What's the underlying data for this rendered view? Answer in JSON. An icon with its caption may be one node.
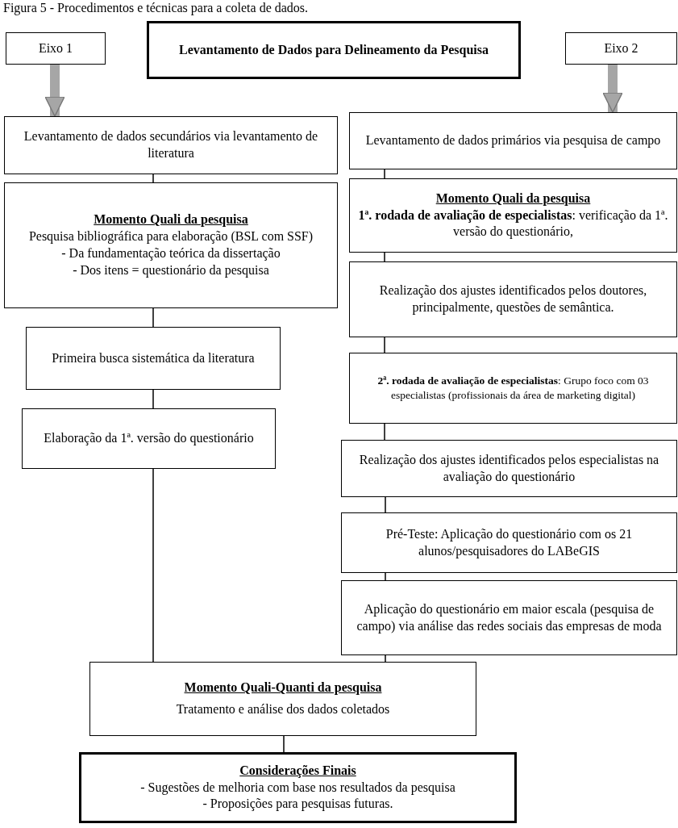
{
  "diagram": {
    "title": "Figura 5 - Procedimentos e técnicas para a coleta de dados.",
    "nodes": [
      {
        "text": [
          "Eixo 1"
        ]
      },
      {
        "text": [
          "Levantamento de Dados para Delineamento da Pesquisa"
        ]
      },
      {
        "text": [
          "Eixo 2"
        ]
      },
      {
        "text": [
          "Levantamento de dados secundários via levantamento de literatura"
        ]
      },
      {
        "text": [
          "Momento Quali da pesquisa",
          "Pesquisa bibliográfica para elaboração (BSL com SSF)",
          "- Da fundamentação teórica da dissertação",
          "- Dos itens = questionário da pesquisa"
        ]
      },
      {
        "text": [
          "Primeira busca sistemática da literatura"
        ]
      },
      {
        "text": [
          "Elaboração da 1ª. versão do questionário"
        ]
      },
      {
        "text": [
          "Levantamento de dados primários via pesquisa de campo"
        ]
      },
      {
        "text": [
          "Momento Quali da pesquisa",
          "**1ª. rodada de avaliação de especialistas**: verificação da 1ª. versão do questionário,"
        ]
      },
      {
        "text": [
          "Realização dos ajustes identificados pelos doutores, principalmente, questões de semântica."
        ]
      },
      {
        "text": [
          "**2ª. rodada de avaliação de especialistas**: Grupo foco com 03 especialistas (profissionais da área de marketing digital)"
        ]
      },
      {
        "text": [
          "Realização dos ajustes identificados pelos especialistas na avaliação do questionário"
        ]
      },
      {
        "text": [
          "Pré-Teste: Aplicação do questionário com os 21 alunos/pesquisadores do LABeGIS"
        ]
      },
      {
        "text": [
          "Aplicação do questionário em maior escala (pesquisa de campo) via análise das redes sociais das empresas de moda"
        ]
      },
      {
        "text": [
          "Momento Quali-Quanti da pesquisa",
          "Tratamento e análise dos dados coletados"
        ]
      },
      {
        "text": [
          "Considerações Finais",
          "- Sugestões de melhoria com base nos resultados da pesquisa",
          "- Proposições para pesquisas futuras."
        ]
      }
    ],
    "edges": [
      {
        "from": 0,
        "to": 3,
        "arrow": "to",
        "style": "thick",
        "color": "#a6a6a6"
      },
      {
        "from": 2,
        "to": 7,
        "arrow": "to",
        "style": "thick",
        "color": "#a6a6a6"
      },
      {
        "from": 3,
        "to": 4,
        "arrow": "none"
      },
      {
        "from": 4,
        "to": 5,
        "arrow": "none"
      },
      {
        "from": 5,
        "to": 6,
        "arrow": "none"
      },
      {
        "from": 6,
        "to": 14,
        "arrow": "none"
      },
      {
        "from": 7,
        "to": 8,
        "arrow": "none"
      },
      {
        "from": 8,
        "to": 9,
        "arrow": "none"
      },
      {
        "from": 9,
        "to": 10,
        "arrow": "none"
      },
      {
        "from": 10,
        "to": 11,
        "arrow": "none"
      },
      {
        "from": 11,
        "to": 12,
        "arrow": "none"
      },
      {
        "from": 12,
        "to": 13,
        "arrow": "none"
      },
      {
        "from": 13,
        "to": 14,
        "arrow": "none"
      },
      {
        "from": 14,
        "to": 15,
        "arrow": "none"
      }
    ]
  }
}
